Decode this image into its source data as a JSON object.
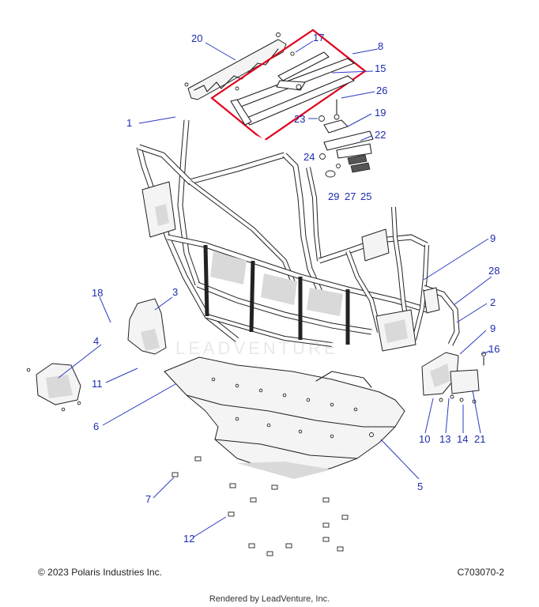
{
  "callouts": [
    {
      "id": "c20",
      "label": "20"
    },
    {
      "id": "c17",
      "label": "17"
    },
    {
      "id": "c8",
      "label": "8"
    },
    {
      "id": "c15",
      "label": "15"
    },
    {
      "id": "c26",
      "label": "26"
    },
    {
      "id": "c19",
      "label": "19"
    },
    {
      "id": "c23",
      "label": "23"
    },
    {
      "id": "c1",
      "label": "1"
    },
    {
      "id": "c22",
      "label": "22"
    },
    {
      "id": "c24",
      "label": "24"
    },
    {
      "id": "c29",
      "label": "29"
    },
    {
      "id": "c27",
      "label": "27"
    },
    {
      "id": "c25",
      "label": "25"
    },
    {
      "id": "c9a",
      "label": "9"
    },
    {
      "id": "c28",
      "label": "28"
    },
    {
      "id": "c18",
      "label": "18"
    },
    {
      "id": "c3",
      "label": "3"
    },
    {
      "id": "c2",
      "label": "2"
    },
    {
      "id": "c9b",
      "label": "9"
    },
    {
      "id": "c16",
      "label": "16"
    },
    {
      "id": "c4",
      "label": "4"
    },
    {
      "id": "c11",
      "label": "11"
    },
    {
      "id": "c6",
      "label": "6"
    },
    {
      "id": "c10",
      "label": "10"
    },
    {
      "id": "c13",
      "label": "13"
    },
    {
      "id": "c14",
      "label": "14"
    },
    {
      "id": "c21",
      "label": "21"
    },
    {
      "id": "c5",
      "label": "5"
    },
    {
      "id": "c7",
      "label": "7"
    },
    {
      "id": "c12",
      "label": "12"
    }
  ],
  "highlight_color": "#e0001b",
  "callout_color": "#1c2bb0",
  "footer": {
    "copyright": "© 2023 Polaris Industries Inc.",
    "diagram_code": "C703070-2",
    "rendered_by": "Rendered by LeadVenture, Inc."
  },
  "watermark": "LEADVENTURE"
}
